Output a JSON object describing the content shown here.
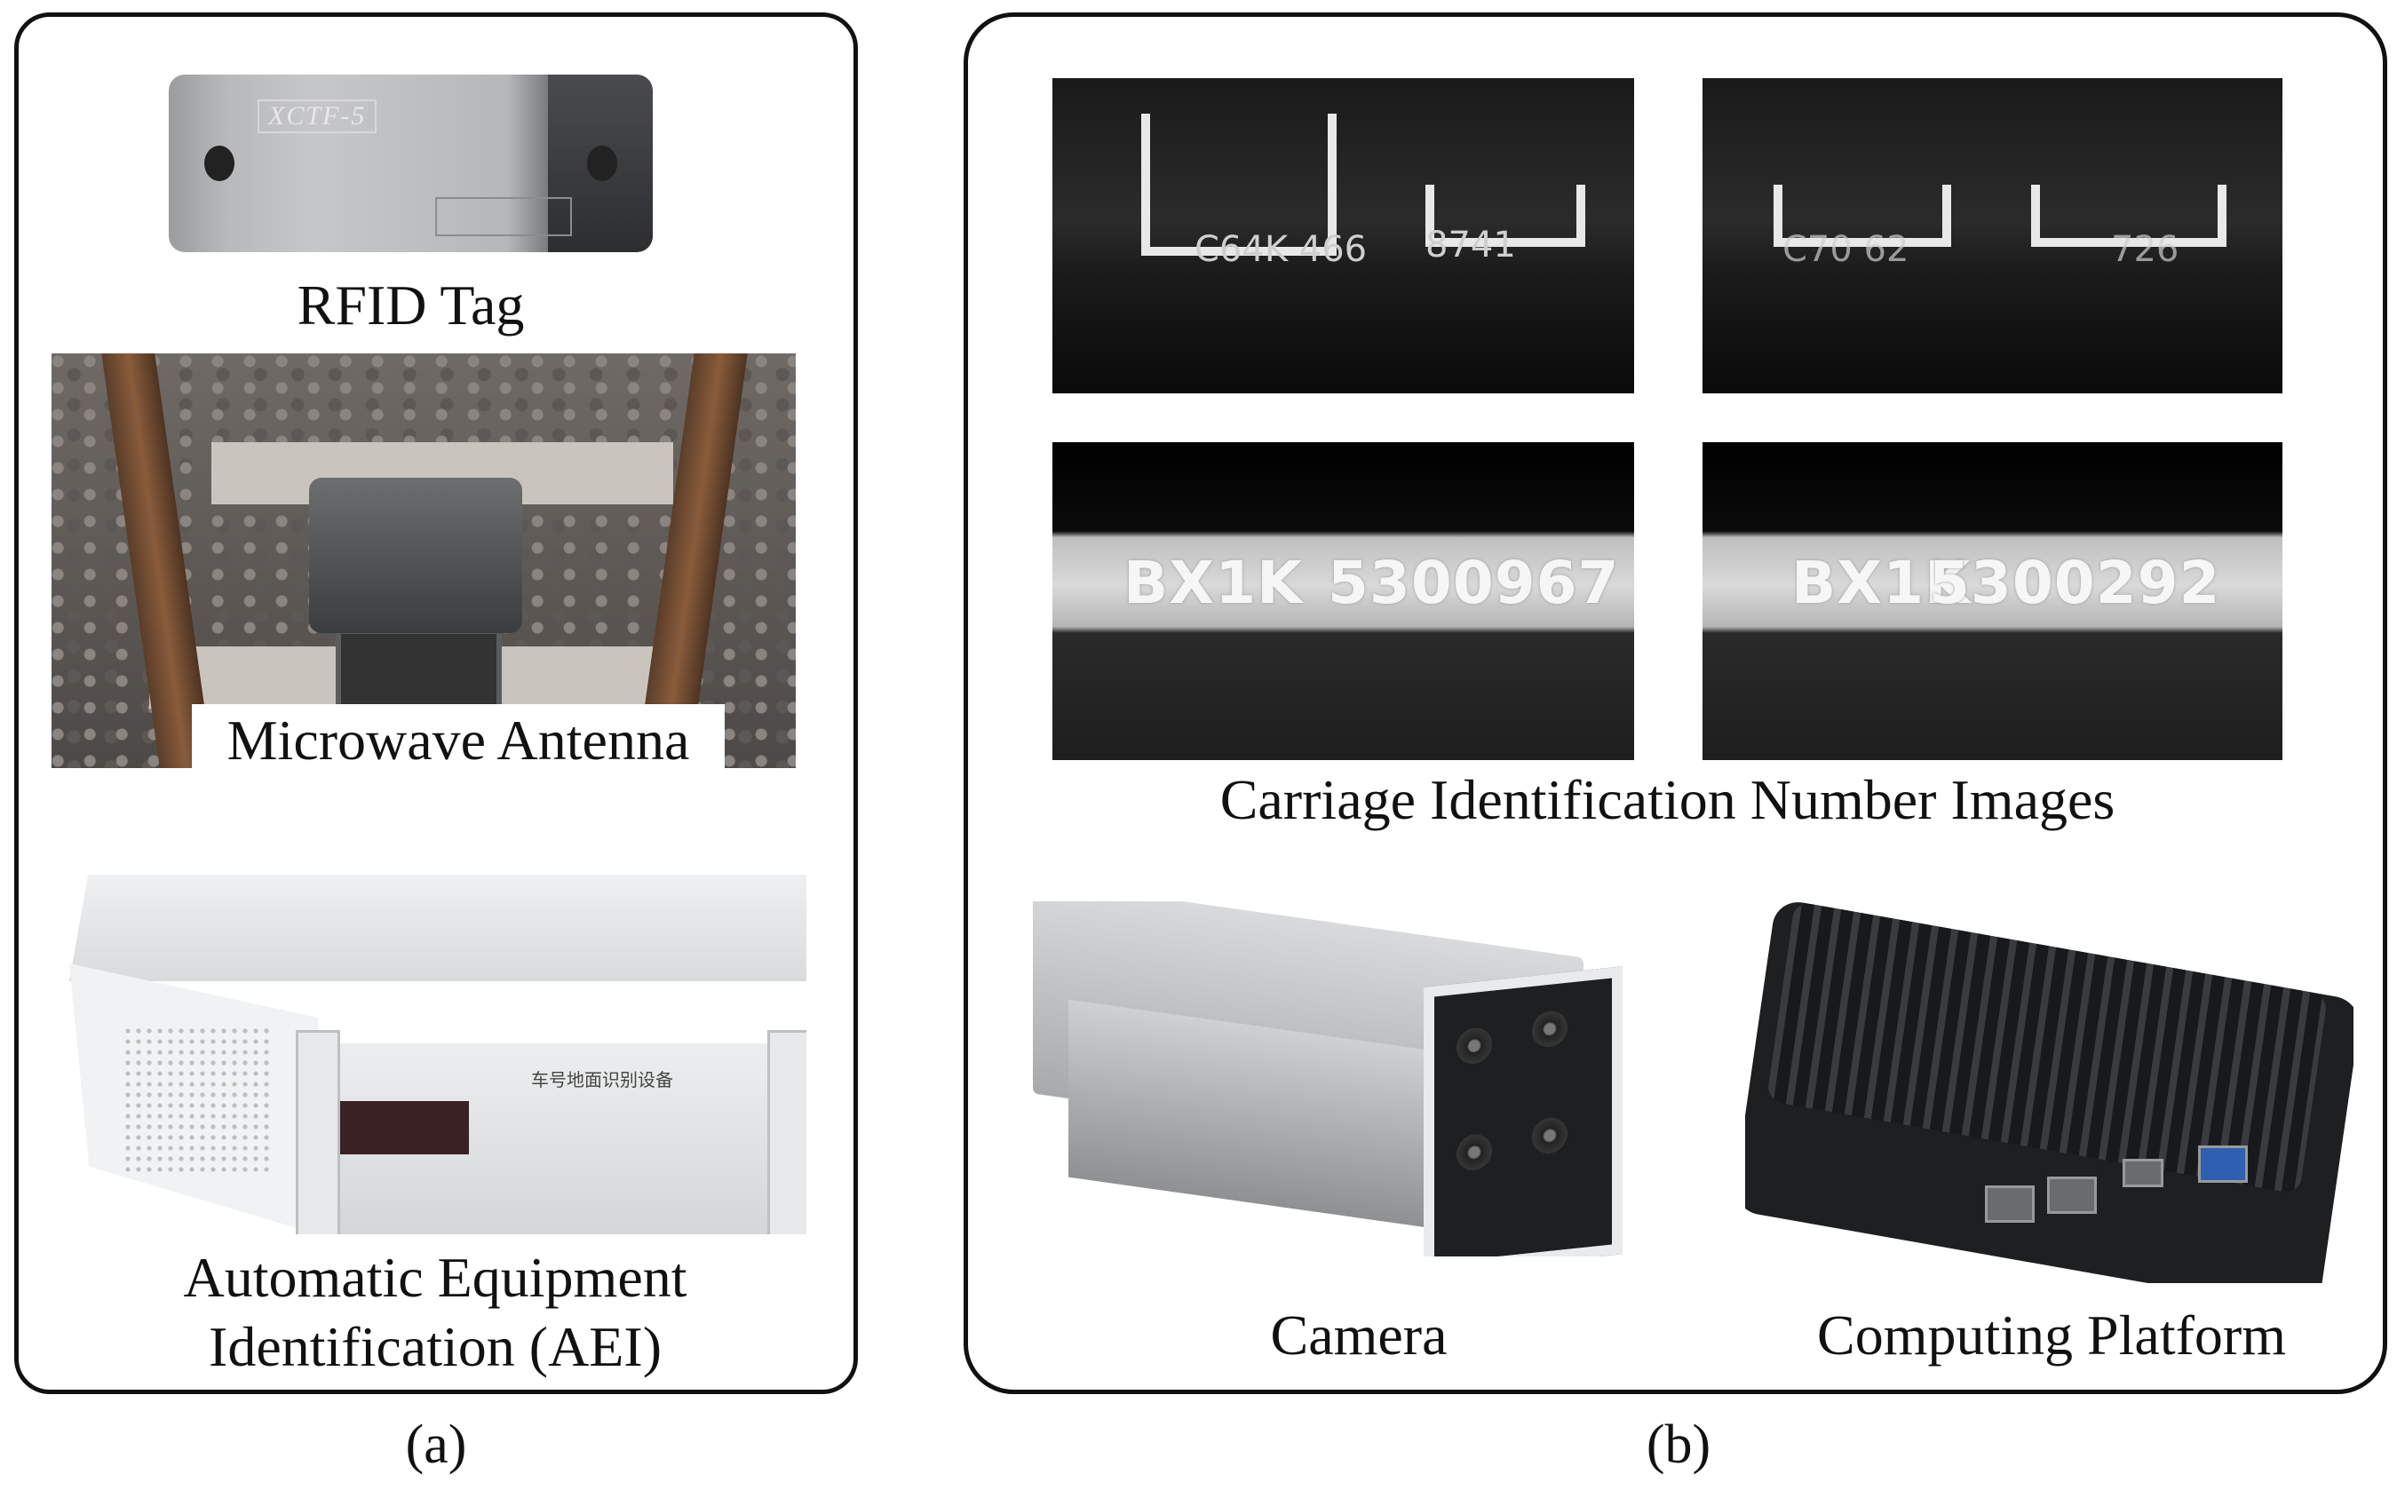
{
  "panel_a": {
    "label": "(a)",
    "captions": {
      "rfid_tag": "RFID Tag",
      "microwave_antenna": "Microwave Antenna",
      "aei_line1": "Automatic Equipment",
      "aei_line2": "Identification (AEI)"
    },
    "rfid_model_text": "XCTF-5",
    "aei_panel_text": "车号地面识别设备"
  },
  "panel_b": {
    "label": "(b)",
    "captions": {
      "carriage_images": "Carriage Identification Number Images",
      "camera": "Camera",
      "computing_platform": "Computing Platform"
    },
    "carriage_numbers": {
      "top_left_code": "C64K 466",
      "top_left_number": "8741",
      "top_right_code": "C70 62",
      "top_right_number": "726",
      "bottom_left_code": "BX1K",
      "bottom_left_number": "5300967",
      "bottom_right_code": "BX1K",
      "bottom_right_number": "5300292"
    }
  }
}
